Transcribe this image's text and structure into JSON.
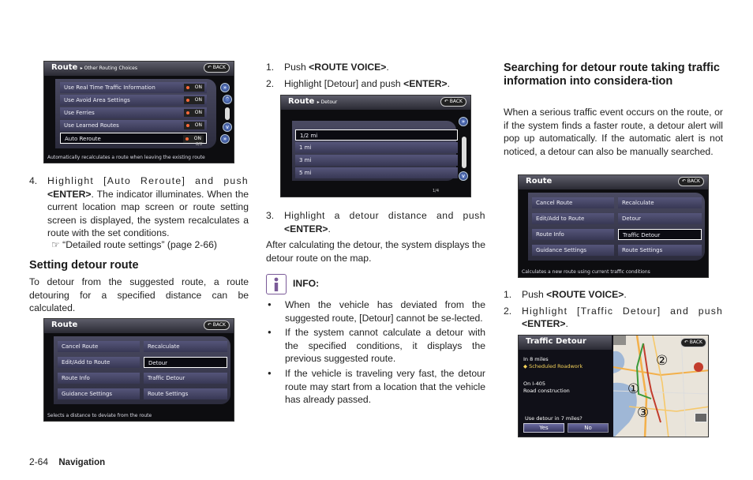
{
  "footer": {
    "page": "2-64",
    "section": "Navigation"
  },
  "screen1": {
    "title": "Route",
    "subtitle": "Other Routing Choices",
    "back": "BACK",
    "items": [
      {
        "label": "Use Real Time Traffic Information",
        "state": "ON"
      },
      {
        "label": "Use Avoid Area Settings",
        "state": "ON"
      },
      {
        "label": "Use Ferries",
        "state": "ON"
      },
      {
        "label": "Use Learned Routes",
        "state": "ON"
      },
      {
        "label": "Auto Reroute",
        "state": "ON"
      }
    ],
    "page_counter": "8/8",
    "footer": "Automatically recalculates a route when leaving the existing route"
  },
  "col1": {
    "step4": {
      "num": "4.",
      "text_a": "Highlight [Auto Reroute] and push ",
      "cmd": "<ENTER>",
      "text_b": ". The indicator illuminates. When the current location map screen or route setting screen is displayed, the system recalculates a route with the set conditions.",
      "ref": "“Detailed route settings” (page 2-66)"
    },
    "heading": "Setting detour route",
    "para": "To detour from the suggested route, a route detouring for a specified distance can be calculated."
  },
  "screen2": {
    "title": "Route",
    "back": "BACK",
    "left": [
      "Cancel Route",
      "Edit/Add to Route",
      "Route Info",
      "Guidance Settings"
    ],
    "right": [
      "Recalculate",
      "Detour",
      "Traffic Detour",
      "Route Settings"
    ],
    "footer": "Selects a distance to deviate from the route"
  },
  "col2": {
    "step1": {
      "num": "1.",
      "text": "Push ",
      "cmd": "<ROUTE VOICE>",
      "end": "."
    },
    "step2": {
      "num": "2.",
      "text": "Highlight [Detour] and push ",
      "cmd": "<ENTER>",
      "end": "."
    },
    "step3": {
      "num": "3.",
      "text": "Highlight a detour distance and push ",
      "cmd": "<ENTER>",
      "end": "."
    },
    "after": "After calculating the detour, the system displays the detour route on the map.",
    "info_label": "INFO:",
    "bullets": [
      "When the vehicle has deviated from the suggested route, [Detour] cannot be se-lected.",
      "If the system cannot calculate a detour with the specified conditions, it displays the previous suggested route.",
      "If the vehicle is traveling very fast, the detour route may start from a location that the vehicle has already passed."
    ]
  },
  "screen3": {
    "title": "Route",
    "subtitle": "Detour",
    "back": "BACK",
    "items": [
      "1/2 mi",
      "1 mi",
      "3 mi",
      "5 mi"
    ],
    "page_counter": "1/4"
  },
  "col3": {
    "heading": "Searching for detour route taking traffic information into considera-tion",
    "para": "When a serious traffic event occurs on the route, or if the system finds a faster route, a detour alert will pop up automatically. If the automatic alert is not noticed, a detour can also be manually searched.",
    "step1": {
      "num": "1.",
      "text": "Push ",
      "cmd": "<ROUTE VOICE>",
      "end": "."
    },
    "step2": {
      "num": "2.",
      "text": "Highlight [Traffic Detour] and push ",
      "cmd": "<ENTER>",
      "end": "."
    }
  },
  "screen4": {
    "title": "Route",
    "back": "BACK",
    "left": [
      "Cancel Route",
      "Edit/Add to Route",
      "Route Info",
      "Guidance Settings"
    ],
    "right": [
      "Recalculate",
      "Detour",
      "Traffic Detour",
      "Route Settings"
    ],
    "footer": "Calculates a new route using current traffic conditions"
  },
  "screen5": {
    "title": "Traffic Detour",
    "back": "BACK",
    "line1": "In 8 miles",
    "line2": "Scheduled Roadwork",
    "line3": "On I-405",
    "line4": "Road construction",
    "question": "Use detour in 7 miles?",
    "yes": "Yes",
    "no": "No",
    "callouts": [
      "①",
      "②",
      "③"
    ]
  },
  "colors": {
    "info_accent": "#7a5a98",
    "indicator": "#ff6a3a"
  }
}
